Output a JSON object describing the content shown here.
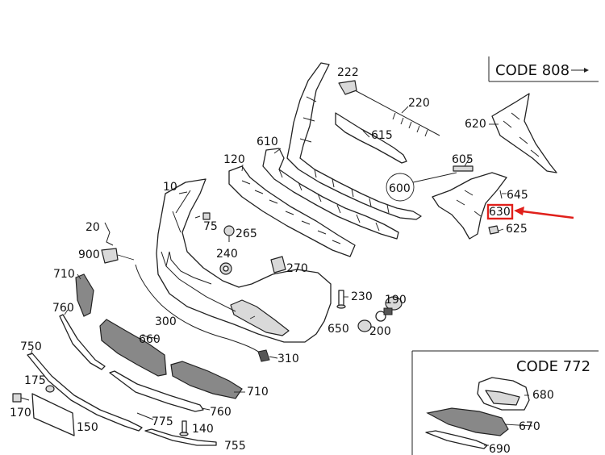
{
  "callouts": {
    "c10": "10",
    "c20": "20",
    "c75": "75",
    "c120": "120",
    "c140": "140",
    "c150": "150",
    "c170": "170",
    "c175": "175",
    "c190": "190",
    "c200": "200",
    "c220": "220",
    "c222": "222",
    "c230": "230",
    "c240": "240",
    "c265": "265",
    "c270": "270",
    "c300": "300",
    "c310": "310",
    "c600": "600",
    "c605": "605",
    "c610": "610",
    "c615": "615",
    "c620": "620",
    "c625": "625",
    "c630": "630",
    "c645": "645",
    "c650": "650",
    "c660": "660",
    "c670": "670",
    "c680": "680",
    "c690": "690",
    "c710a": "710",
    "c710b": "710",
    "c750": "750",
    "c755": "755",
    "c760a": "760",
    "c760b": "760",
    "c775": "775",
    "c900": "900"
  },
  "codes": {
    "code808": "CODE 808",
    "code772": "CODE 772"
  },
  "colors": {
    "highlight": "#e0201b",
    "line": "#222222"
  },
  "highlighted_part": "630"
}
